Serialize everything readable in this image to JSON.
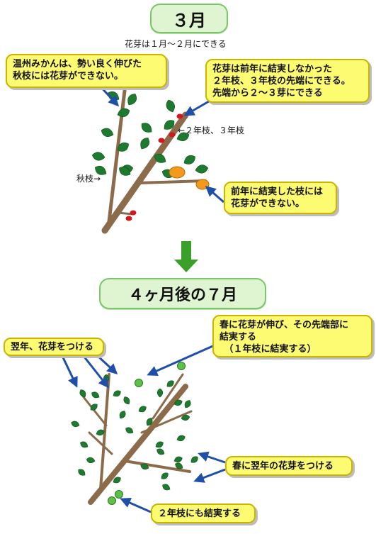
{
  "colors": {
    "title_fill": "#dff5d2",
    "title_border": "#7cc66a",
    "note_fill": "#fdfb72",
    "arrow_blue": "#1f4fa8",
    "down_arrow_green": "#3aa02a",
    "branch_brown": "#8b6b4a",
    "leaf_green": "#1e7a2e",
    "fruit_orange": "#f39a1c",
    "bud_red": "#d8141c",
    "young_fruit_green": "#5cc04a"
  },
  "top": {
    "title": "３月",
    "subtitle": "花芽は１月～２月にできる",
    "note_left": "温州みかんは、勢い良く伸びた\n秋枝には花芽ができない。",
    "note_right": "花芽は前年に結実しなかった\n２年枝、３年枝の先端にできる。\n先端から２～３芽にできる",
    "label_branch_years": "←２年枝、３年枝",
    "label_autumn_branch": "秋枝→",
    "note_fruited": "前年に結実した枝には\n花芽ができない。"
  },
  "bottom": {
    "title": "４ヶ月後の７月",
    "note_spring_bud": "春に花芽が伸び、その先端部に\n結実する\n　（１年枝に結実する）",
    "note_next_year": "翌年、花芽をつける",
    "note_spring_next": "春に翌年の花芽をつける",
    "note_two_year": "２年枝にも結実する"
  }
}
